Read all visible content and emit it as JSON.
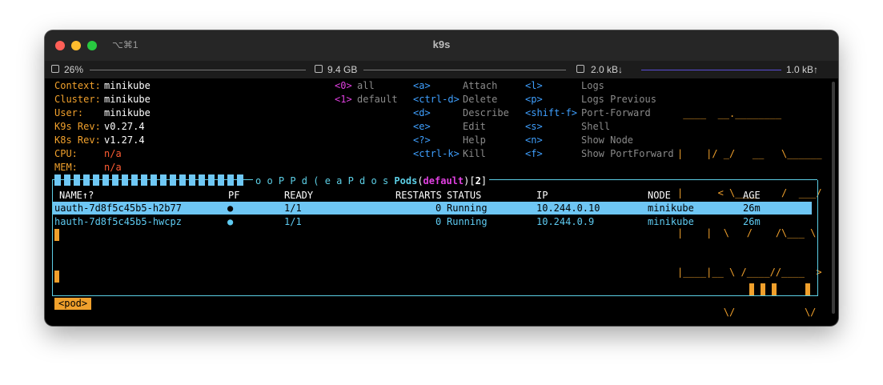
{
  "window": {
    "title": "k9s",
    "shortcut": "⌥⌘1"
  },
  "statusbar": {
    "cpu": "26%",
    "memory": "9.4 GB",
    "net_down": "2.0 kB↓",
    "net_up": "1.0 kB↑"
  },
  "cluster_info": [
    {
      "label": "Context:",
      "value": "minikube"
    },
    {
      "label": "Cluster:",
      "value": "minikube"
    },
    {
      "label": "User:",
      "value": "minikube"
    },
    {
      "label": "K9s Rev:",
      "value": "v0.27.4"
    },
    {
      "label": "K8s Rev:",
      "value": "v1.27.4"
    },
    {
      "label": "CPU:",
      "value": "n/a"
    },
    {
      "label": "MEM:",
      "value": "n/a"
    }
  ],
  "namespaces": [
    {
      "key": "<0>",
      "label": "all"
    },
    {
      "key": "<1>",
      "label": "default"
    }
  ],
  "hotkeys_col1": [
    {
      "key": "<a>",
      "label": "Attach"
    },
    {
      "key": "<ctrl-d>",
      "label": "Delete"
    },
    {
      "key": "<d>",
      "label": "Describe"
    },
    {
      "key": "<e>",
      "label": "Edit"
    },
    {
      "key": "<?>",
      "label": "Help"
    },
    {
      "key": "<ctrl-k>",
      "label": "Kill"
    }
  ],
  "hotkeys_col2": [
    {
      "key": "<l>",
      "label": "Logs"
    },
    {
      "key": "<p>",
      "label": "Logs Previous"
    },
    {
      "key": "<shift-f>",
      "label": "Port-Forward"
    },
    {
      "key": "<s>",
      "label": "Shell"
    },
    {
      "key": "<n>",
      "label": "Show Node"
    },
    {
      "key": "<f>",
      "label": "Show PortForward"
    }
  ],
  "logo_lines": [
    " ____  __.________",
    "|    |/ _/   __   \\______",
    "|      < \\____    /  ___/",
    "|    |  \\   /    /\\___ \\",
    "|____|__ \\ /____//____  >",
    "        \\/            \\/"
  ],
  "table": {
    "title_prefix": "o o P P d ( e a P d o s",
    "resource": "Pods",
    "namespace": "default",
    "count": "2",
    "headers": {
      "name": "NAME↑?",
      "pf": "PF",
      "ready": "READY",
      "restarts": "RESTARTS",
      "status": "STATUS",
      "ip": "IP",
      "node": "NODE",
      "age": "AGE"
    },
    "rows": [
      {
        "name": "uauth-7d8f5c45b5-h2b77",
        "pf": "●",
        "ready": "1/1",
        "restarts": "0",
        "status": "Running",
        "ip": "10.244.0.10",
        "node": "minikube",
        "age": "26m",
        "selected": true
      },
      {
        "name": "hauth-7d8f5c45b5-hwcpz",
        "pf": "●",
        "ready": "1/1",
        "restarts": "0",
        "status": "Running",
        "ip": "10.244.0.9",
        "node": "minikube",
        "age": "26m",
        "selected": false
      }
    ]
  },
  "breadcrumb": "<pod>",
  "colors": {
    "accent": "#f0a02c",
    "selection": "#6ec6f4",
    "border": "#5ccfe6",
    "hotkey": "#3fa0ff",
    "namespace_key": "#e040e0"
  }
}
